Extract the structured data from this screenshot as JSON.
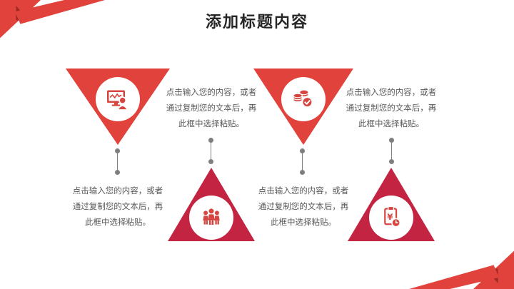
{
  "slide": {
    "title": "添加标题内容"
  },
  "colors": {
    "background": "#ffffff",
    "bright_red": "#e1423b",
    "crimson": "#c22442",
    "ribbon_fold": "#9e2a24",
    "icon_red": "#d6453f",
    "title_text": "#262626",
    "body_text": "#595959",
    "connector": "#7f7f7f"
  },
  "items": [
    {
      "icon": "presentation-chart-icon",
      "triangle": "down",
      "text": {
        "lines": [
          "点击输入您的内容，或者",
          "通过复制您的文本后，再",
          "此框中选择粘贴。"
        ]
      }
    },
    {
      "icon": "team-icon",
      "triangle": "up",
      "text": {
        "lines": [
          "点击输入您的内容，或者",
          "通过复制您的文本后，再",
          "此框中选择粘贴。"
        ]
      }
    },
    {
      "icon": "coins-check-icon",
      "triangle": "down",
      "text": {
        "lines": [
          "点击输入您的内容，或者",
          "通过复制您的文本后，再",
          "此框中选择粘贴。"
        ]
      }
    },
    {
      "icon": "clipboard-yuan-icon",
      "triangle": "up",
      "text": {
        "lines": [
          "点击输入您的内容，或者",
          "通过复制您的文本后，再",
          "此框中选择粘贴。"
        ]
      }
    }
  ]
}
